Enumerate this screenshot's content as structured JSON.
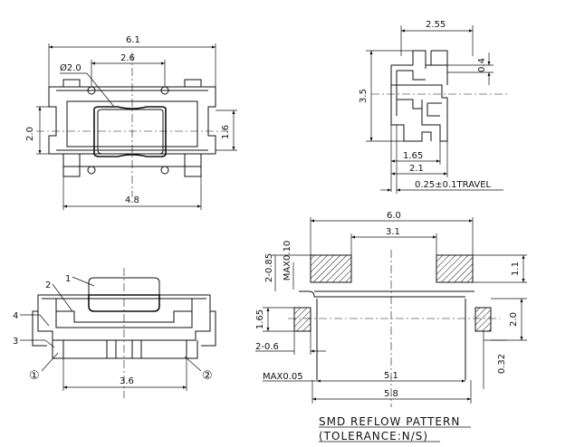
{
  "top_view": {
    "dim_overall_width": "6.1",
    "dim_hole_pitch": "2.6",
    "dim_hole_dia": "Ø2.0",
    "dim_body_height": "2.0",
    "dim_terminal_height": "1.6",
    "dim_body_width": "4.8"
  },
  "side_view": {
    "dim_top_width": "2.55",
    "dim_plunger_height": "0.4",
    "dim_total_height": "3.5",
    "dim_body_depth": "1.65",
    "dim_base_depth": "2.1",
    "dim_travel": "0.25±0.1TRAVEL"
  },
  "front_view": {
    "callout_1": "1",
    "callout_2": "2",
    "callout_3": "3",
    "callout_4": "4",
    "terminal_1": "①",
    "terminal_2": "②",
    "dim_terminal_pitch": "3.6"
  },
  "reflow": {
    "dim_outer_width": "6.0",
    "dim_inner_width": "3.1",
    "dim_pad_height": "1.1",
    "dim_tol_top": "2-0.85",
    "dim_max_top": "MAX0.10",
    "dim_small_pad": "1.65",
    "dim_small_pad_right": "2.0",
    "dim_hole": "2-0.6",
    "dim_max_bottom": "MAX0.05",
    "dim_span": "5.1",
    "dim_overall": "5.8",
    "dim_clearance": "0.32",
    "title": "SMD REFLOW PATTERN",
    "subtitle": "(TOLERANCE:N/S)"
  }
}
